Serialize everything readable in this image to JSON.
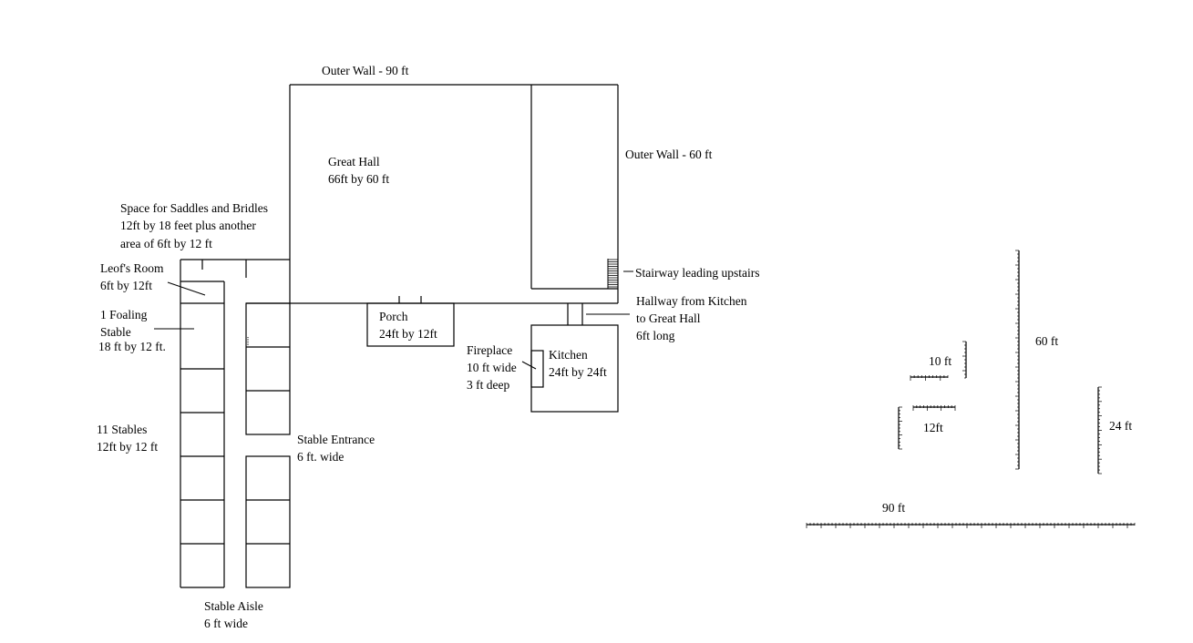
{
  "labels": {
    "outer_wall_top": "Outer Wall - 90 ft",
    "great_hall": [
      "Great Hall",
      "66ft by 60 ft"
    ],
    "outer_wall_right": "Outer Wall - 60 ft",
    "saddles": [
      "Space for Saddles and Bridles",
      "12ft by 18 feet plus another",
      "area of 6ft by 12 ft"
    ],
    "leofs_room": [
      "Leof's Room",
      "6ft by 12ft"
    ],
    "foaling": [
      "1 Foaling",
      "Stable",
      "18 ft by 12 ft."
    ],
    "stables": [
      "11 Stables",
      "12ft by 12 ft"
    ],
    "stable_entrance": [
      "Stable Entrance",
      "6 ft. wide"
    ],
    "stable_aisle": [
      "Stable Aisle",
      "6 ft wide"
    ],
    "porch": [
      "Porch",
      "24ft by 12ft"
    ],
    "fireplace": [
      "Fireplace",
      "10 ft wide",
      "3 ft deep"
    ],
    "kitchen": [
      "Kitchen",
      "24ft by 24ft"
    ],
    "stairway": "Stairway leading upstairs",
    "hallway": [
      "Hallway from Kitchen",
      "to Great Hall",
      "6ft long"
    ]
  },
  "scales": {
    "s10": "10 ft",
    "s60": "60 ft",
    "s12": "12ft",
    "s24": "24 ft",
    "s90": "90 ft"
  }
}
